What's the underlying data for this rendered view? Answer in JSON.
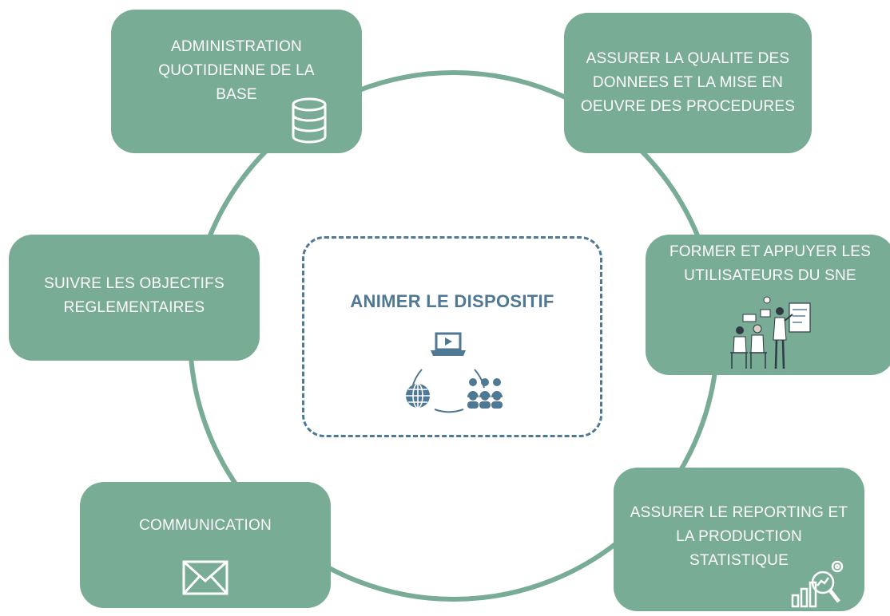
{
  "colors": {
    "box_fill": "#78ac94",
    "ring": "#78ac94",
    "text_on_box": "#ffffff",
    "center_accent": "#4f7894"
  },
  "center": {
    "title": "ANIMER LE DISPOSITIF",
    "icons": [
      "laptop-icon",
      "users-group-icon",
      "globe-icon"
    ]
  },
  "nodes": [
    {
      "id": "admin",
      "label": "ADMINISTRATION\nQUOTIDIENNE DE LA\nBASE",
      "icon": "database-icon"
    },
    {
      "id": "qualite",
      "label": "ASSURER LA QUALITE DES\nDONNEES ET LA MISE EN\nOEUVRE DES PROCEDURES",
      "icon": ""
    },
    {
      "id": "former",
      "label": "FORMER ET APPUYER LES\nUTILISATEURS DU SNE",
      "icon": "training-illustration-icon"
    },
    {
      "id": "reporting",
      "label": "ASSURER LE REPORTING ET\nLA PRODUCTION\nSTATISTIQUE",
      "icon": "analytics-magnifier-icon"
    },
    {
      "id": "communication",
      "label": "COMMUNICATION",
      "icon": "envelope-icon"
    },
    {
      "id": "objectifs",
      "label": "SUIVRE LES OBJECTIFS\nREGLEMENTAIRES",
      "icon": ""
    }
  ]
}
